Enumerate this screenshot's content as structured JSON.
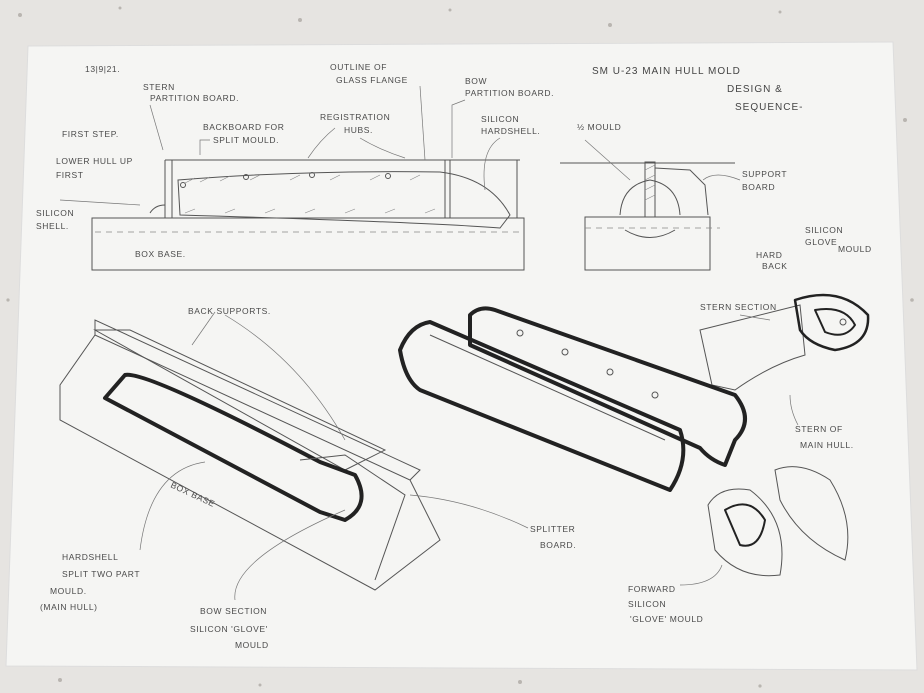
{
  "sketch": {
    "date": "13|9|21.",
    "title": [
      "SM U-23 MAIN HULL MOLD",
      "DESIGN &",
      "SEQUENCE-"
    ],
    "side_view_labels": {
      "stern_partition_board": [
        "STERN",
        "PARTITION BOARD."
      ],
      "outline_glass_flange": [
        "OUTLINE OF",
        "GLASS FLANGE"
      ],
      "bow_partition_board": [
        "BOW",
        "PARTITION BOARD."
      ],
      "registration_hubs": [
        "REGISTRATION",
        "HUBS."
      ],
      "backboard": [
        "BACKBOARD FOR",
        "SPLIT MOULD."
      ],
      "first_step": "FIRST STEP.",
      "silicon_hardshell": [
        "SILICON",
        "HARDSHELL."
      ],
      "lower_hull": [
        "LOWER HULL UP",
        "FIRST"
      ],
      "silicon_shell": [
        "SILICON",
        "SHELL."
      ],
      "box_base": "BOX BASE."
    },
    "end_view_labels": {
      "half_mould": "½ MOULD",
      "support_board": [
        "SUPPORT",
        "BOARD"
      ]
    },
    "stern_labels": {
      "silicon_glove_mould": [
        "SILICON",
        "GLOVE",
        "MOULD"
      ],
      "hard_back": [
        "HARD",
        "BACK"
      ],
      "stern_section": "STERN SECTION",
      "stern_of_main_hull": [
        "STERN OF",
        "MAIN HULL."
      ]
    },
    "iso_labels": {
      "back_supports": "BACK SUPPORTS.",
      "box_base": "BOX BASE",
      "splitter_board": [
        "SPLITTER",
        "BOARD."
      ],
      "hardshell": [
        "HARDSHELL",
        "SPLIT TWO PART",
        "MOULD.",
        "(MAIN HULL)"
      ],
      "bow_section": [
        "BOW SECTION",
        "SILICON 'GLOVE'",
        "MOULD"
      ],
      "forward_mould": [
        "FORWARD",
        "SILICON",
        "'GLOVE' MOULD"
      ]
    }
  }
}
